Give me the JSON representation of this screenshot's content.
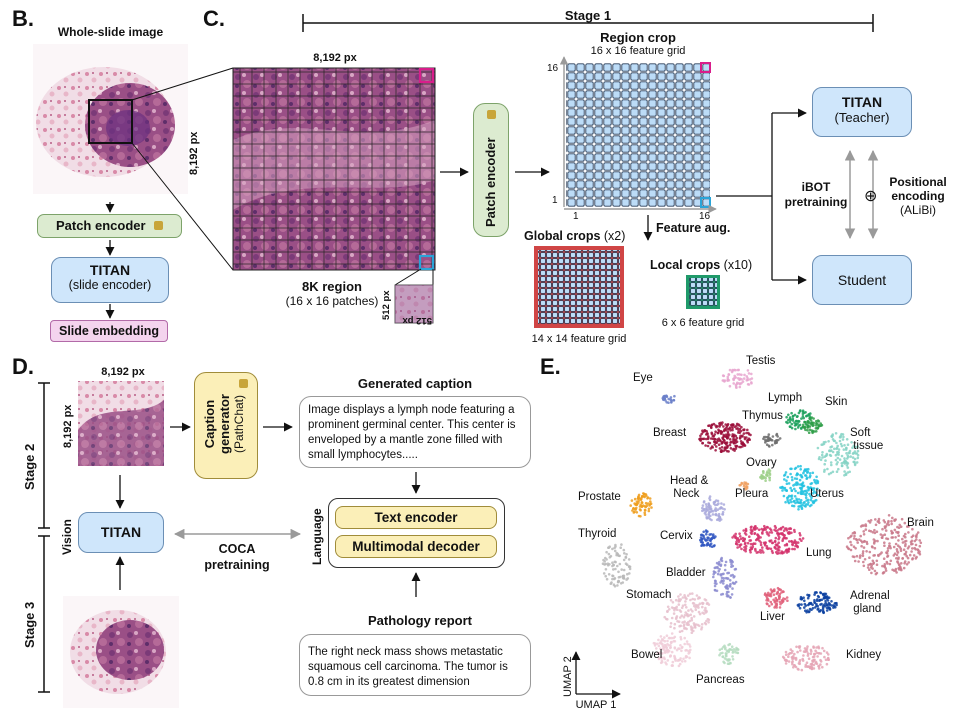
{
  "panels": {
    "B": "B.",
    "C": "C.",
    "D": "D.",
    "E": "E."
  },
  "panelB": {
    "title": "Whole-slide image",
    "patch_encoder": "Patch encoder",
    "titan_title": "TITAN",
    "titan_sub": "(slide encoder)",
    "slide_embedding": "Slide embedding"
  },
  "panelC": {
    "stage": "Stage 1",
    "px_top": "8,192 px",
    "px_side": "8,192 px",
    "region_title": "8K region",
    "region_sub": "(16 x 16 patches)",
    "small_px_side": "512 px",
    "small_px_bottom": "512 px",
    "patch_encoder": "Patch encoder",
    "region_crop_title": "Region crop",
    "region_crop_sub": "16 x 16 feature grid",
    "axis_16_y": "16",
    "axis_1_y": "1",
    "axis_1_x": "1",
    "axis_16_x": "16",
    "feature_aug": "Feature aug.",
    "global_crops": "Global crops",
    "global_crops_count": "(x2)",
    "global_grid": "14 x 14 feature grid",
    "local_crops": "Local crops",
    "local_crops_count": "(x10)",
    "local_grid": "6 x 6 feature grid",
    "teacher_title": "TITAN",
    "teacher_sub": "(Teacher)",
    "student": "Student",
    "ibot_line1": "iBOT",
    "ibot_line2": "pretraining",
    "pos_line1": "Positional",
    "pos_line2": "encoding",
    "pos_line3": "(ALiBi)",
    "oplus": "⊕"
  },
  "panelD": {
    "px_top": "8,192 px",
    "px_side": "8,192 px",
    "stage2": "Stage 2",
    "stage3": "Stage 3",
    "vision": "Vision",
    "language": "Language",
    "caption_gen_1": "Caption",
    "caption_gen_2": "generator",
    "caption_gen_3": "(PathChat)",
    "generated_caption": "Generated caption",
    "caption_text": "Image displays a lymph node featuring a prominent germinal center. This center is enveloped by a mantle zone filled with small lymphocytes.....",
    "titan": "TITAN",
    "coca_1": "COCA",
    "coca_2": "pretraining",
    "text_encoder": "Text encoder",
    "multimodal_decoder": "Multimodal decoder",
    "pathology_report": "Pathology report",
    "report_text": "The right neck mass shows metastatic squamous cell carcinoma. The tumor is 0.8 cm in its greatest dimension"
  },
  "panelE": {
    "axis_x": "UMAP 1",
    "axis_y": "UMAP 2",
    "clusters": [
      {
        "name": "Eye",
        "color": "#6a7fc9"
      },
      {
        "name": "Testis",
        "color": "#e7a6cf"
      },
      {
        "name": "Lymph",
        "color": "#1aa05a"
      },
      {
        "name": "Thymus",
        "color": "#6f6f6f"
      },
      {
        "name": "Skin",
        "color": "#2f9e48"
      },
      {
        "name": "Breast",
        "color": "#9b0e3a"
      },
      {
        "name": "Soft tissue",
        "color": "#86d3c5"
      },
      {
        "name": "Ovary",
        "color": "#9ed08a"
      },
      {
        "name": "Head & Neck",
        "color": "#a9a9dc"
      },
      {
        "name": "Pleura",
        "color": "#f0a060"
      },
      {
        "name": "Uterus",
        "color": "#22c2e0"
      },
      {
        "name": "Prostate",
        "color": "#ef9d1c"
      },
      {
        "name": "Thyroid",
        "color": "#b8b8b8"
      },
      {
        "name": "Cervix",
        "color": "#3157c2"
      },
      {
        "name": "Lung",
        "color": "#d3336c"
      },
      {
        "name": "Brain",
        "color": "#c9788a"
      },
      {
        "name": "Bladder",
        "color": "#8c8cd0"
      },
      {
        "name": "Stomach",
        "color": "#e6bfcc"
      },
      {
        "name": "Adrenal gland",
        "color": "#0a3fa0"
      },
      {
        "name": "Liver",
        "color": "#e0607a"
      },
      {
        "name": "Bowel",
        "color": "#f0cdd8"
      },
      {
        "name": "Kidney",
        "color": "#e5a5b5"
      },
      {
        "name": "Pancreas",
        "color": "#b5dcc0"
      }
    ]
  }
}
